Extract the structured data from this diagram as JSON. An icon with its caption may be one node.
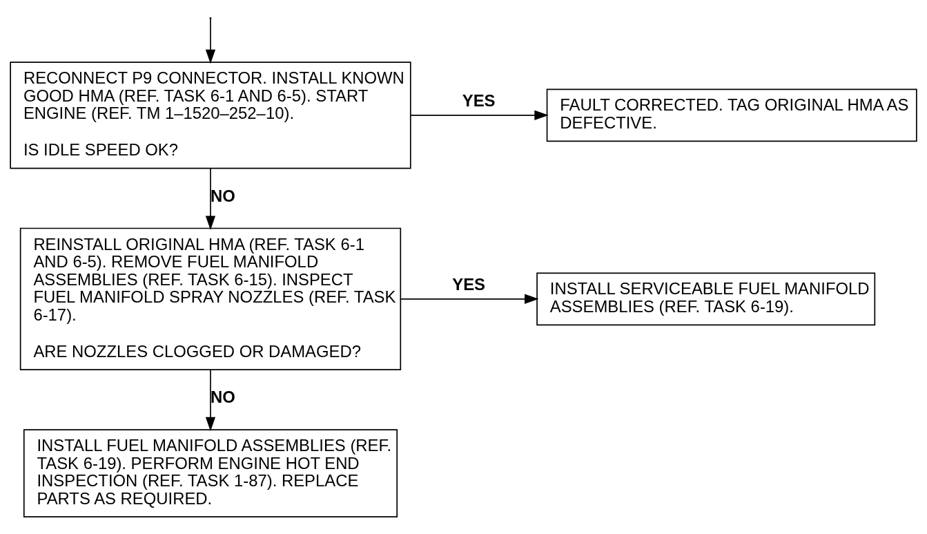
{
  "diagram": {
    "nodes": [
      {
        "text": [
          "RECONNECT P9 CONNECTOR. INSTALL KNOWN GOOD HMA (REF. TASK 6-1 AND 6-5). START ENGINE (REF. TM 1–1520–252–10).",
          "IS IDLE SPEED OK?"
        ]
      },
      {
        "text": [
          "FAULT CORRECTED. TAG ORIGINAL HMA AS DEFECTIVE."
        ]
      },
      {
        "text": [
          "REINSTALL ORIGINAL HMA (REF. TASK 6-1 AND 6-5). REMOVE FUEL MANIFOLD ASSEMBLIES (REF. TASK 6-15). INSPECT FUEL MANIFOLD SPRAY NOZZLES (REF. TASK 6-17).",
          "ARE NOZZLES CLOGGED OR DAMAGED?"
        ]
      },
      {
        "text": [
          "INSTALL SERVICEABLE FUEL MANIFOLD ASSEMBLIES (REF. TASK 6-19)."
        ]
      },
      {
        "text": [
          "INSTALL FUEL MANIFOLD ASSEMBLIES (REF. TASK 6-19). PERFORM ENGINE HOT END INSPECTION (REF. TASK 1-87). REPLACE PARTS AS REQUIRED."
        ]
      }
    ],
    "edges": [
      {
        "from": null,
        "to": 0,
        "arrow": "to"
      },
      {
        "from": 0,
        "to": 1,
        "arrow": "to",
        "label": "YES"
      },
      {
        "from": 0,
        "to": 2,
        "arrow": "to",
        "label": "NO"
      },
      {
        "from": 2,
        "to": 3,
        "arrow": "to",
        "label": "YES"
      },
      {
        "from": 2,
        "to": 4,
        "arrow": "to",
        "label": "NO"
      }
    ]
  }
}
